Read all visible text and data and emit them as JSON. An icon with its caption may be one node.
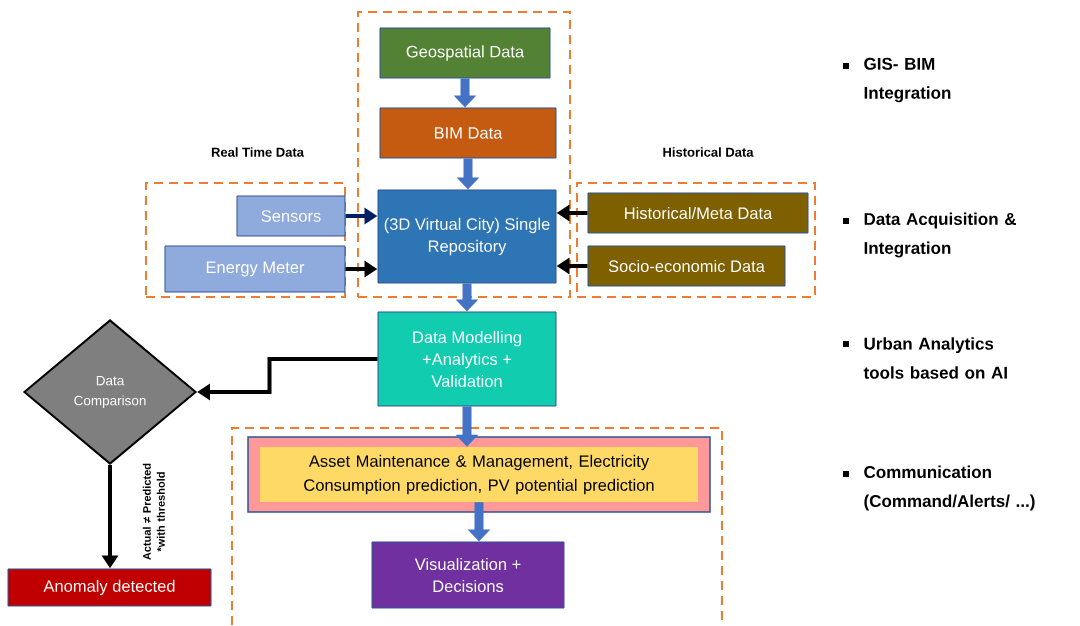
{
  "diagram": {
    "nodes": [
      {
        "text": [],
        "shape": "box"
      },
      {
        "text": [
          "Geospatial Data"
        ],
        "in": 0
      },
      {
        "text": [
          "BIM Data"
        ],
        "in": 0
      },
      {
        "text": [
          "Real Time Data"
        ]
      },
      {
        "text": [
          "Sensors"
        ],
        "in": 3
      },
      {
        "text": [
          "Energy Meter"
        ],
        "in": 3
      },
      {
        "text": [
          "(3D Virtual City) Single Repository"
        ],
        "in": 0
      },
      {
        "text": [
          "Historical Data"
        ]
      },
      {
        "text": [
          "Historical/Meta Data"
        ],
        "in": 7
      },
      {
        "text": [
          "Socio-economic Data"
        ],
        "in": 7
      },
      {
        "text": [
          "Data Modelling +Analytics + Validation"
        ]
      },
      {
        "text": [
          "Data Comparison"
        ]
      },
      {
        "text": [
          "Anomaly detected"
        ]
      },
      {
        "text": [],
        "shape": "box"
      },
      {
        "text": [
          "Asset Maintenance & Management, Electricity Consumption prediction, PV potential prediction"
        ],
        "in": 13
      },
      {
        "text": [
          "Visualization + Decisions"
        ],
        "in": 13
      }
    ],
    "edges": [
      {
        "from": 1,
        "to": 2,
        "arrow": "to",
        "style": "thick"
      },
      {
        "from": 2,
        "to": 6,
        "arrow": "to",
        "style": "thick"
      },
      {
        "from": 4,
        "to": 6,
        "arrow": "to",
        "color": "#002060"
      },
      {
        "from": 5,
        "to": 6,
        "arrow": "to",
        "color": "#000000"
      },
      {
        "from": 8,
        "to": 6,
        "arrow": "to",
        "color": "#000000"
      },
      {
        "from": 9,
        "to": 6,
        "arrow": "to",
        "color": "#000000"
      },
      {
        "from": 6,
        "to": 10,
        "arrow": "to",
        "style": "thick"
      },
      {
        "from": 10,
        "to": 11,
        "arrow": "to",
        "color": "#000000"
      },
      {
        "from": 11,
        "to": 12,
        "arrow": "to",
        "color": "#000000",
        "label": "Actual ≠ Predicted *with threshold"
      },
      {
        "from": 10,
        "to": 14,
        "arrow": "to",
        "style": "thick"
      },
      {
        "from": 14,
        "to": 15,
        "arrow": "to",
        "style": "thick"
      }
    ],
    "labels": [
      "GIS- BIM Integration",
      "Data Acquisition & Integration",
      "Urban Analytics tools based on AI",
      "Communication (Command/Alerts/ ...)"
    ]
  }
}
